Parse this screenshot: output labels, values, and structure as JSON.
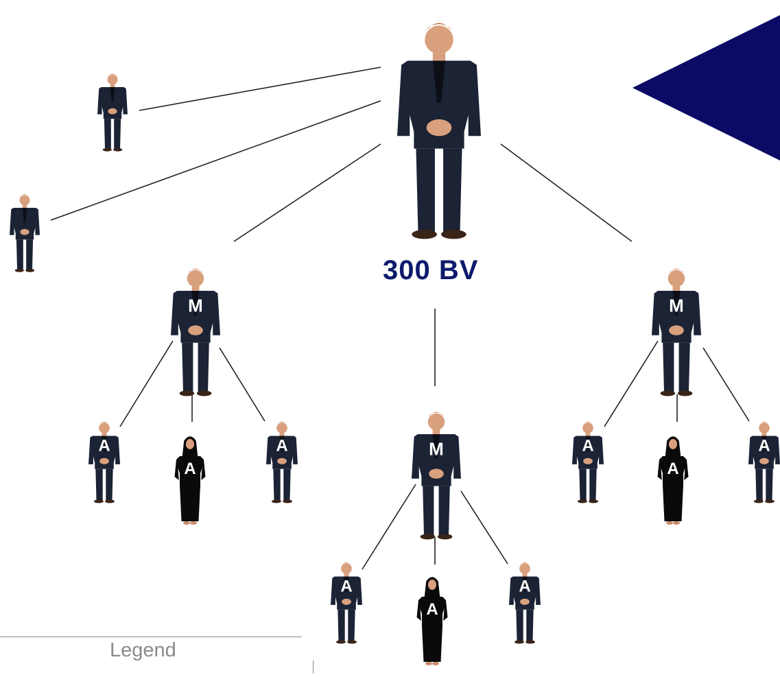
{
  "diagram": {
    "top_label": "300 BV",
    "manager_letter": "M",
    "associate_letter": "A",
    "legend_title": "Legend",
    "colors": {
      "accent_triangle": "#0b0b66",
      "label_text": "#0d1a6b",
      "suit": "#1b2335",
      "skin": "#d9a07e",
      "connector": "#222222"
    },
    "icons": [
      "person-icon",
      "triangle-pointer-icon"
    ]
  }
}
